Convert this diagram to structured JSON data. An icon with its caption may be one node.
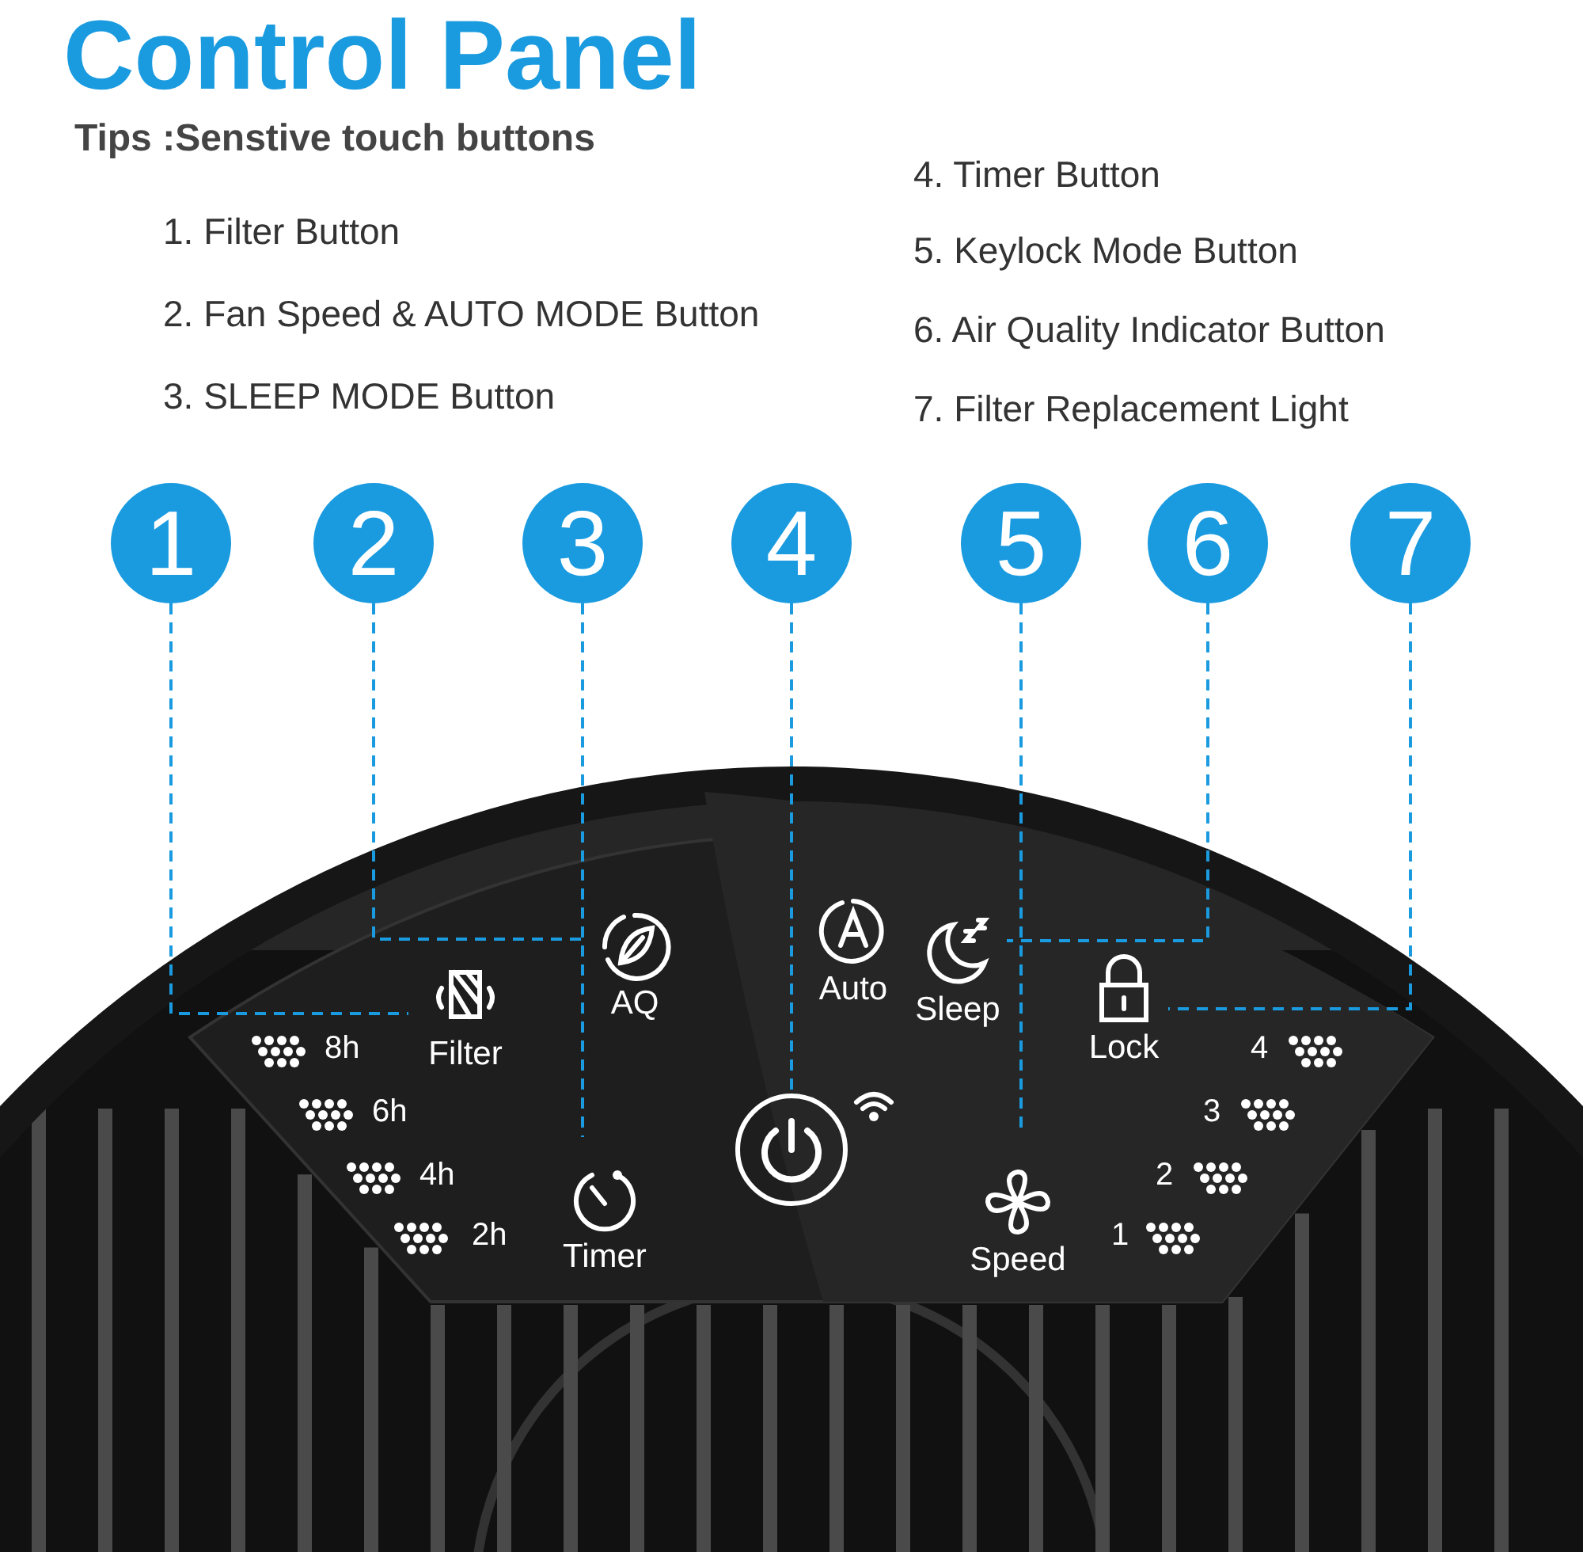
{
  "diagram": {
    "title": "Control Panel",
    "nodes": [
      {
        "text": [
          "1"
        ]
      },
      {
        "text": [
          "2"
        ]
      },
      {
        "text": [
          "3"
        ]
      },
      {
        "text": [
          "4"
        ]
      },
      {
        "text": [
          "5"
        ]
      },
      {
        "text": [
          "6"
        ]
      },
      {
        "text": [
          "7"
        ]
      },
      {
        "text": [
          "Filter"
        ]
      },
      {
        "text": [
          "AQ"
        ]
      },
      {
        "text": [
          "Auto"
        ]
      },
      {
        "text": [
          "Sleep"
        ]
      },
      {
        "text": [
          "Lock"
        ]
      },
      {
        "text": [
          "Timer"
        ]
      },
      {
        "text": [],
        "shape": "circle"
      },
      {
        "text": [
          "Speed"
        ]
      }
    ],
    "edges": [
      {
        "from": 0,
        "to": 7,
        "arrow": "none",
        "style": "dashed"
      },
      {
        "from": 1,
        "to": 8,
        "arrow": "none",
        "style": "dashed"
      },
      {
        "from": 2,
        "to": 12,
        "arrow": "none",
        "style": "dashed"
      },
      {
        "from": 3,
        "to": 13,
        "arrow": "none",
        "style": "dashed"
      },
      {
        "from": 4,
        "to": 14,
        "arrow": "none",
        "style": "dashed"
      },
      {
        "from": 5,
        "to": 10,
        "arrow": "none",
        "style": "dashed"
      },
      {
        "from": 6,
        "to": 11,
        "arrow": "none",
        "style": "dashed"
      }
    ],
    "labels": [
      "Tips :Senstive touch buttons",
      "1. Filter Button",
      "2. Fan Speed & AUTO MODE Button",
      "3. SLEEP MODE Button",
      "4. Timer Button",
      "5. Keylock Mode Button",
      "6. Air Quality Indicator Button",
      "7. Filter Replacement Light",
      "8h",
      "4",
      "6h",
      "3",
      "4h",
      "2",
      "2h",
      "1"
    ]
  }
}
